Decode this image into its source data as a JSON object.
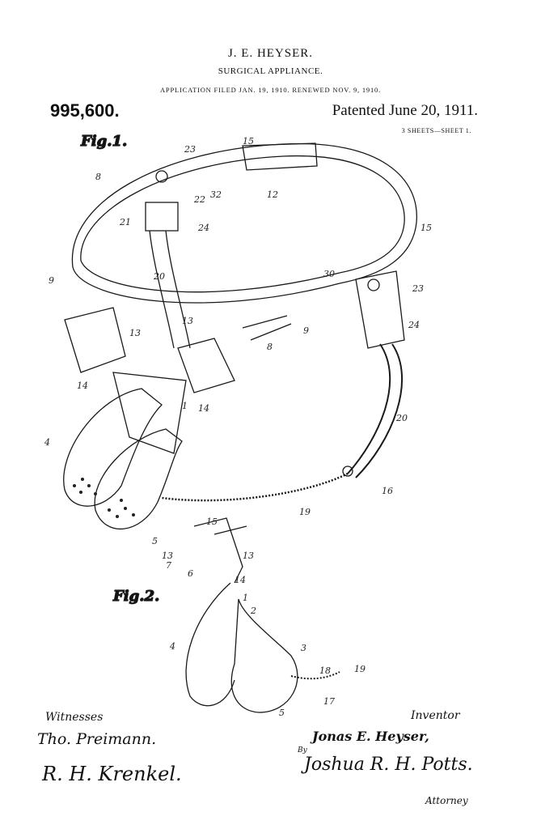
{
  "header": {
    "inventor_name": "J. E. HEYSER.",
    "title": "SURGICAL APPLIANCE.",
    "filing": "APPLICATION FILED JAN. 19, 1910. RENEWED NOV. 9, 1910.",
    "patent_number": "995,600.",
    "patented": "Patented June 20, 1911.",
    "sheets": "3 SHEETS—SHEET 1."
  },
  "figures": {
    "fig1_label": "Fig.1.",
    "fig2_label": "Fig.2.",
    "fig1_numerals": [
      "23",
      "15",
      "8",
      "22",
      "32",
      "12",
      "21",
      "24",
      "15",
      "9",
      "20",
      "30",
      "23",
      "24",
      "13",
      "13",
      "9",
      "8",
      "14",
      "14",
      "1",
      "4",
      "20",
      "5",
      "16",
      "19"
    ],
    "fig2_numerals": [
      "15",
      "13",
      "7",
      "6",
      "13",
      "14",
      "1",
      "2",
      "4",
      "3",
      "18",
      "19",
      "17",
      "5"
    ]
  },
  "signatures": {
    "witnesses_label": "Witnesses",
    "witness_1": "Tho. Preimann.",
    "witness_2": "R. H. Krenkel.",
    "inventor_label": "Inventor",
    "inventor_signature": "Jonas E. Heyser,",
    "by_label": "By",
    "attorney_signature": "Joshua R. H. Potts.",
    "attorney_label": "Attorney"
  }
}
